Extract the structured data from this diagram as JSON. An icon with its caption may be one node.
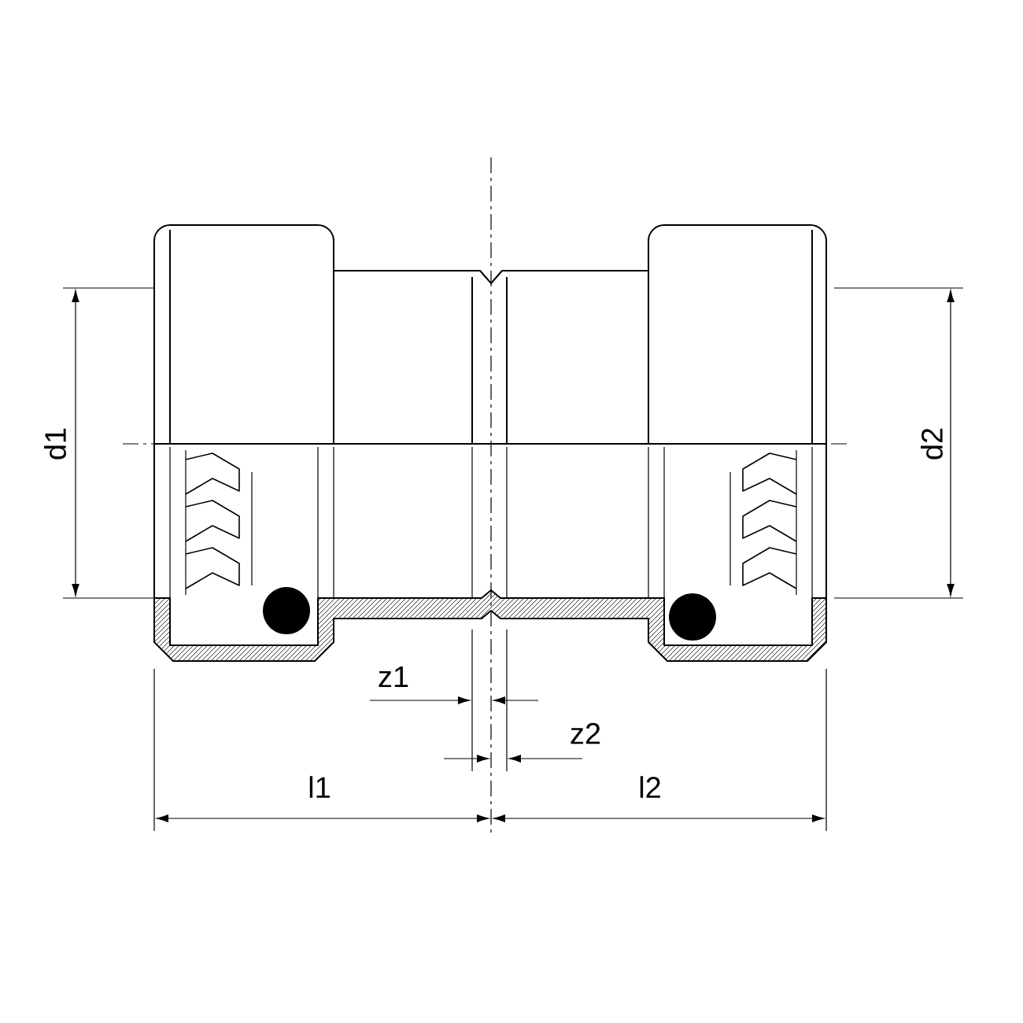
{
  "diagram": {
    "labels": [
      "d1",
      "d2",
      "z1",
      "z2",
      "l1",
      "l2"
    ]
  }
}
